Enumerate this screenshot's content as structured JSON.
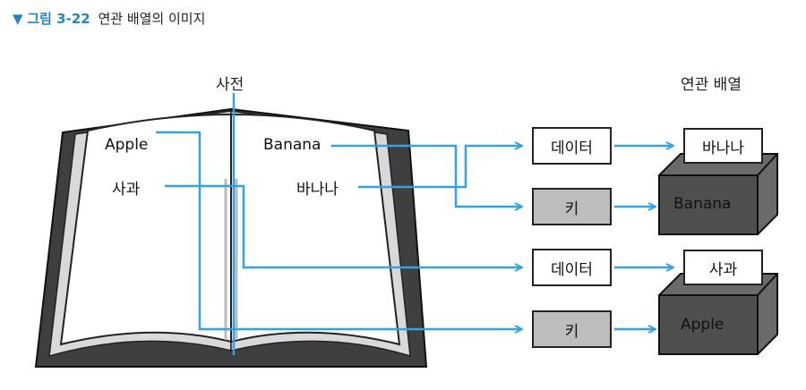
{
  "caption": {
    "marker": "▼",
    "number": "그림 3-22",
    "title": "연관 배열의 이미지"
  },
  "labels": {
    "dictionary": "사전",
    "associative_array": "연관 배열"
  },
  "book_words": {
    "apple": "Apple",
    "apple_ko": "사과",
    "banana": "Banana",
    "banana_ko": "바나나"
  },
  "nodes": {
    "top_data": "데이터",
    "top_key": "키",
    "bottom_data": "데이터",
    "bottom_key": "키"
  },
  "storage": {
    "top": {
      "value": "바나나",
      "key": "Banana"
    },
    "bottom": {
      "value": "사과",
      "key": "Apple"
    }
  },
  "colors": {
    "accent": "#2ea3e6",
    "caption": "#1f86c8",
    "key_fill": "#bdbdbd",
    "box_dark": "#5a5a5a"
  }
}
